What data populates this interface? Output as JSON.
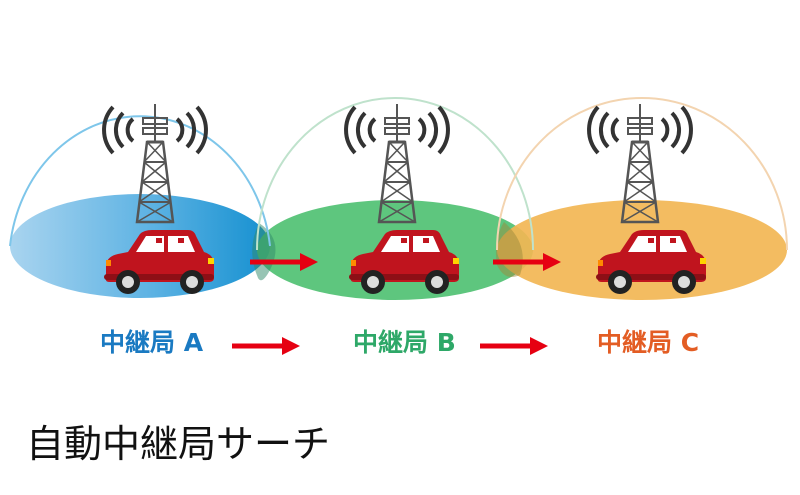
{
  "title": "自動中継局サーチ",
  "stations": [
    {
      "label": "中継局 A",
      "color": "#1a7ac2",
      "fill": "#3aa0da",
      "dome": "#7ec6ea"
    },
    {
      "label": "中継局 B",
      "color": "#2ea868",
      "fill": "#4dc070",
      "dome": "#bfe2cc"
    },
    {
      "label": "中継局 C",
      "color": "#e35d24",
      "fill": "#f2b654",
      "dome": "#f3d4b0"
    }
  ],
  "arrow_color": "#e60012",
  "car_color": "#c0141e",
  "icons": [
    "radio-tower-icon",
    "signal-waves-icon",
    "car-icon",
    "arrow-right-icon"
  ]
}
